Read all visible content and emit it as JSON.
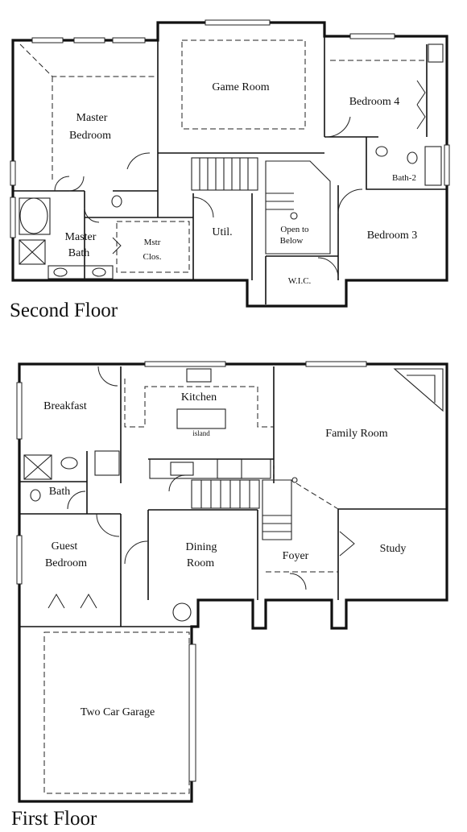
{
  "floors": {
    "second": {
      "title": "Second Floor",
      "rooms": {
        "game_room": "Game Room",
        "master_bedroom_l1": "Master",
        "master_bedroom_l2": "Bedroom",
        "bedroom_4": "Bedroom 4",
        "bath_2": "Bath-2",
        "master_bath_l1": "Master",
        "master_bath_l2": "Bath",
        "mstr_clos_l1": "Mstr",
        "mstr_clos_l2": "Clos.",
        "util": "Util.",
        "open_to_below_l1": "Open to",
        "open_to_below_l2": "Below",
        "bedroom_3": "Bedroom 3",
        "wic": "W.I.C."
      }
    },
    "first": {
      "title": "First Floor",
      "rooms": {
        "breakfast": "Breakfast",
        "kitchen": "Kitchen",
        "island": "island",
        "family_room": "Family Room",
        "bath": "Bath",
        "guest_bedroom_l1": "Guest",
        "guest_bedroom_l2": "Bedroom",
        "dining_room_l1": "Dining",
        "dining_room_l2": "Room",
        "foyer": "Foyer",
        "study": "Study",
        "garage": "Two Car Garage"
      }
    }
  }
}
